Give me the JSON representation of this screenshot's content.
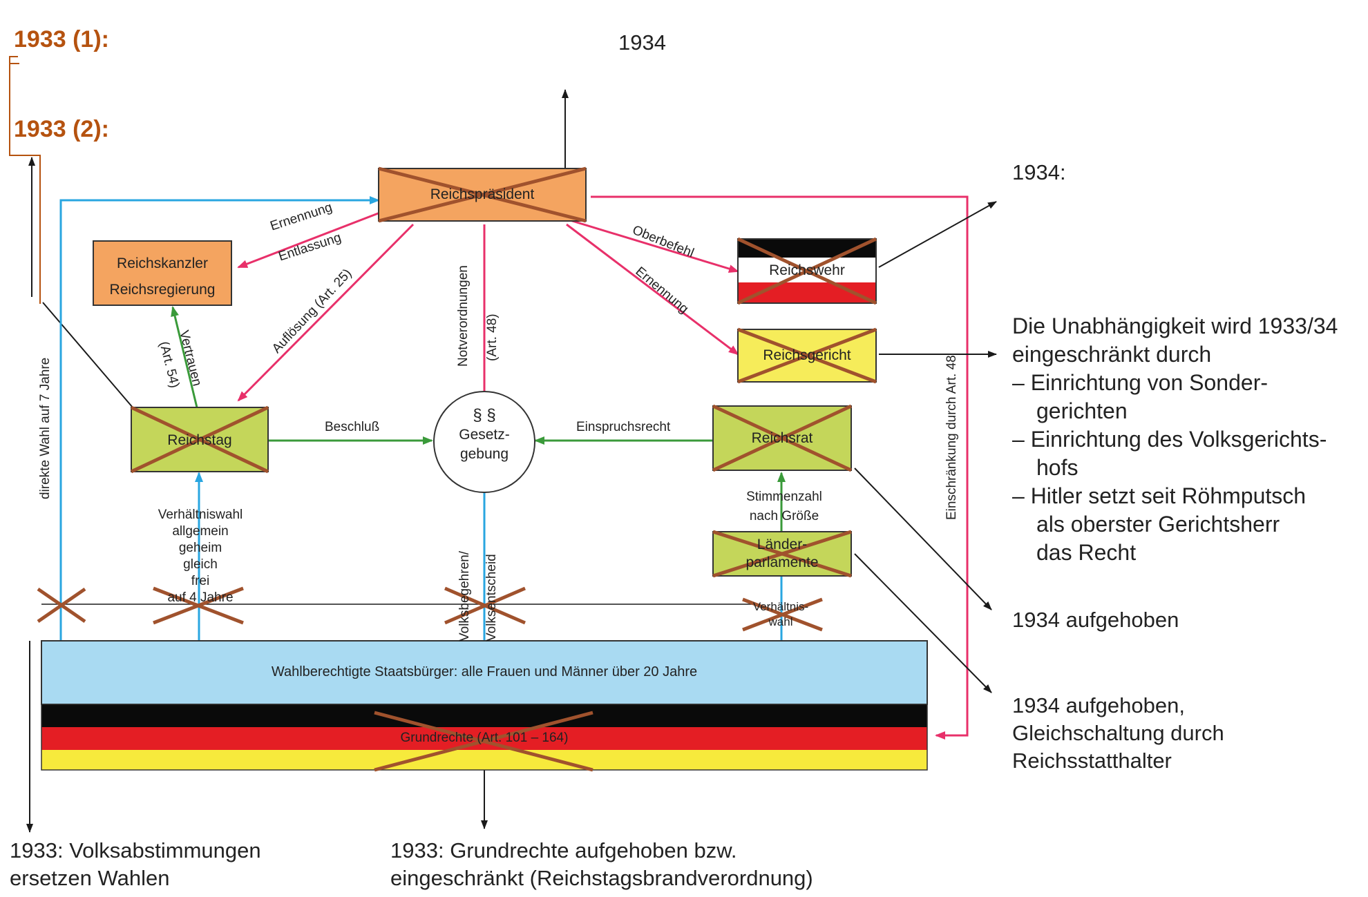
{
  "annotations": {
    "label_1933_1": "1933 (1):",
    "label_1933_2": "1933 (2):",
    "top_1934": "1934",
    "right_1934": "1934:",
    "judiciary_note": [
      "Die Unabhängigkeit wird 1933/34",
      "eingeschränkt durch",
      "–  Einrichtung von Sonder-",
      "gerichten",
      "–  Einrichtung des Volksgerichts-",
      "hofs",
      "–  Hitler setzt seit Röhmputsch",
      "als oberster Gerichtsherr",
      "das Recht"
    ],
    "reichsrat_note": "1934 aufgehoben",
    "laender_note": [
      "1934 aufgehoben,",
      "Gleichschaltung durch",
      "Reichsstatthalter"
    ],
    "bottom_left_note": [
      "1933: Volksabstimmungen",
      "ersetzen Wahlen"
    ],
    "bottom_mid_note": [
      "1933: Grundrechte aufgehoben bzw.",
      "eingeschränkt (Reichstagsbrandverordnung)"
    ]
  },
  "boxes": {
    "reichspraesident": "Reichspräsident",
    "reichskanzler": [
      "Reichskanzler",
      "Reichsregierung"
    ],
    "reichswehr": "Reichswehr",
    "reichsgericht": "Reichsgericht",
    "reichstag": "Reichstag",
    "reichsrat": "Reichsrat",
    "laenderparlamente": [
      "Länder-",
      "parlamente"
    ],
    "gesetzgebung": [
      "§ §",
      "Gesetz-",
      "gebung"
    ],
    "citizens": "Wahlberechtigte Staatsbürger: alle Frauen und Männer über 20 Jahre",
    "grundrechte": "Grundrechte (Art. 101 – 164)"
  },
  "edge_labels": {
    "ernennung_kanzler": "Ernennung",
    "entlassung": "Entlassung",
    "oberbefehl": "Oberbefehl",
    "ernennung_gericht": "Ernennung",
    "aufloesung": "Auflösung (Art. 25)",
    "notverordnungen": "Notverordnungen",
    "art48": "(Art. 48)",
    "vertrauen": "Vertrauen",
    "art54": "(Art. 54)",
    "beschluss": "Beschluß",
    "einspruchsrecht": "Einspruchsrecht",
    "stimmenzahl": [
      "Stimmenzahl",
      "nach Größe"
    ],
    "verhaeltniswahl": [
      "Verhältniswahl",
      "allgemein",
      "geheim",
      "gleich",
      "frei",
      "auf 4 Jahre"
    ],
    "volksbegehren": "Volksbegehren/",
    "volksentscheid": "Volksentscheid",
    "verhaeltniswahl_laender": [
      "Verhältnis-",
      "wahl"
    ],
    "direkte_wahl": "direkte Wahl auf 7 Jahre",
    "einschraenkung": "Einschränkung durch Art. 48"
  },
  "colors": {
    "orange_box": "#f4a460",
    "green_box": "#c4d65a",
    "yellow_box": "#f6ec5a",
    "cross": "#a0522d",
    "blue_line": "#29a6e0",
    "pink_line": "#e8306a",
    "green_line": "#3a9a3a",
    "citizens_fill": "#a9daf2",
    "flag_black": "#0a0a0a",
    "flag_red": "#e41e24",
    "flag_gold": "#f7ea3c",
    "annotation_orange": "#b5520f"
  }
}
